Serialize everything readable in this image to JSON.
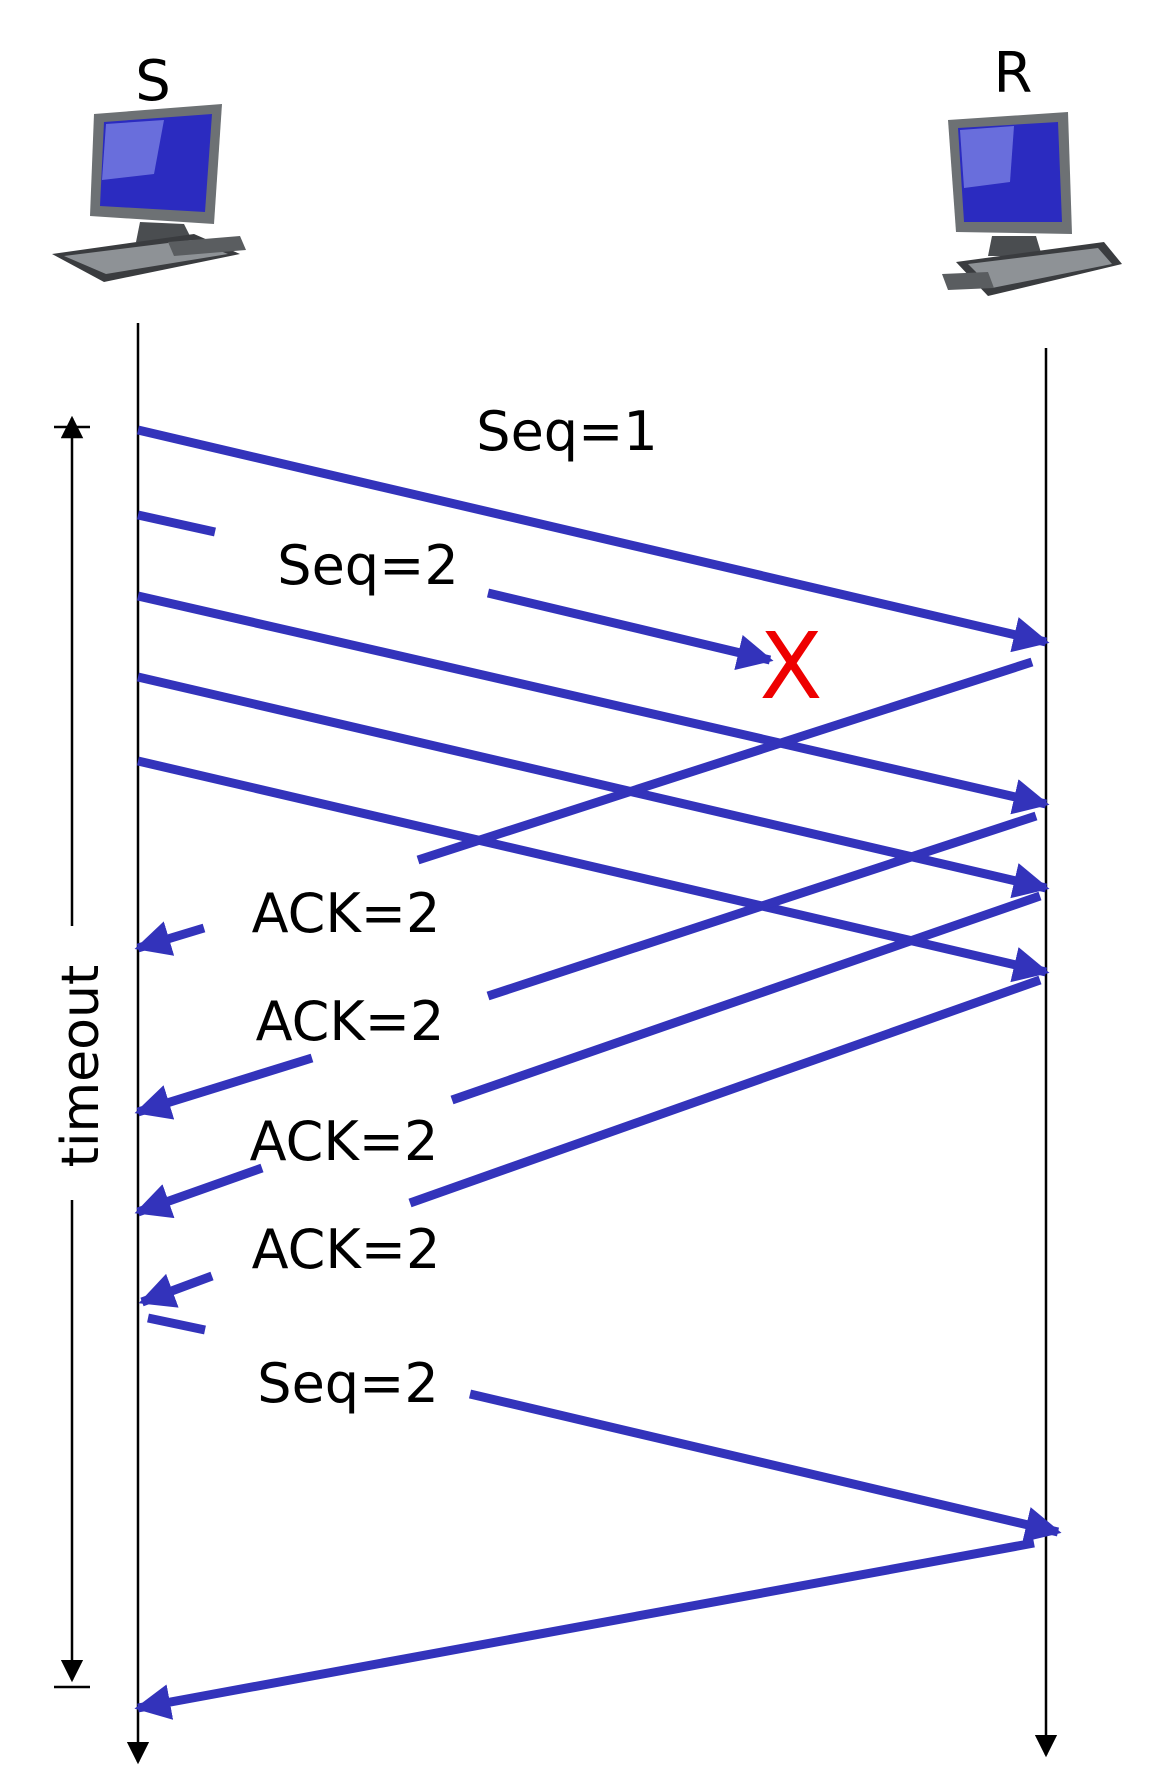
{
  "sender": {
    "label": "S",
    "icon": "desktop-computer-icon"
  },
  "receiver": {
    "label": "R",
    "icon": "desktop-computer-icon"
  },
  "loss_mark": "X",
  "timeout_label": "timeout",
  "colors": {
    "arrow": "#3333bb",
    "loss": "#ee0000",
    "line": "#000000"
  },
  "messages": [
    {
      "id": "seq1",
      "label": "Seq=1"
    },
    {
      "id": "seq2",
      "label": "Seq=2"
    },
    {
      "id": "ack1",
      "label": "ACK=2"
    },
    {
      "id": "ack2",
      "label": "ACK=2"
    },
    {
      "id": "ack3",
      "label": "ACK=2"
    },
    {
      "id": "ack4",
      "label": "ACK=2"
    },
    {
      "id": "seq2-retx",
      "label": "Seq=2"
    }
  ]
}
